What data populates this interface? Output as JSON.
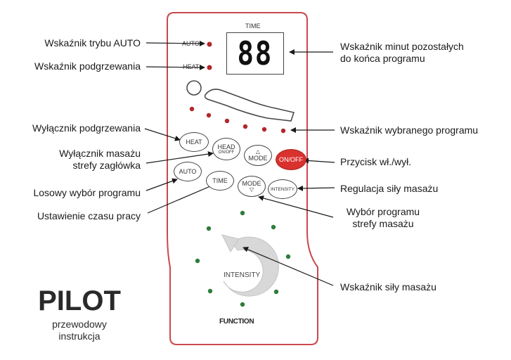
{
  "remote": {
    "time_label": "TIME",
    "display_value": "88",
    "auto_indicator_label": "AUTO",
    "heat_indicator_label": "HEAT",
    "buttons": {
      "heat": "HEAT",
      "head": "HEAD",
      "head_sub": "ON/OFF",
      "mode_up": "MODE",
      "on_off": "ON/OFF",
      "auto": "AUTO",
      "time": "TIME",
      "mode_down": "MODE",
      "intensity": "INTENSITY"
    },
    "intensity_center_label": "INTENSITY",
    "function_label": "FUNCTION",
    "colors": {
      "led_red": "#b3262a",
      "led_green": "#2e7d3a",
      "onoff_red": "#d9312d",
      "outline": "#c9484c"
    }
  },
  "labels": {
    "auto_mode_indicator": "Wskaźnik trybu AUTO",
    "heating_indicator": "Wskaźnik podgrzewania",
    "heating_switch": "Wyłącznik podgrzewania",
    "head_massage_switch_line1": "Wyłącznik masażu",
    "head_massage_switch_line2": "strefy zagłówka",
    "random_program": "Losowy wybór programu",
    "work_time_setting": "Ustawienie czasu pracy",
    "minutes_remaining_line1": "Wskaźnik minut pozostałych",
    "minutes_remaining_line2": "do końca programu",
    "selected_program_indicator": "Wskaźnik wybranego programu",
    "power_button": "Przycisk wł./wył.",
    "intensity_control": "Regulacja siły masażu",
    "zone_program_line1": "Wybór programu",
    "zone_program_line2": "strefy masażu",
    "intensity_indicator": "Wskaźnik siły masażu"
  },
  "footer": {
    "title": "PILOT",
    "line1": "przewodowy",
    "line2": "instrukcja"
  }
}
